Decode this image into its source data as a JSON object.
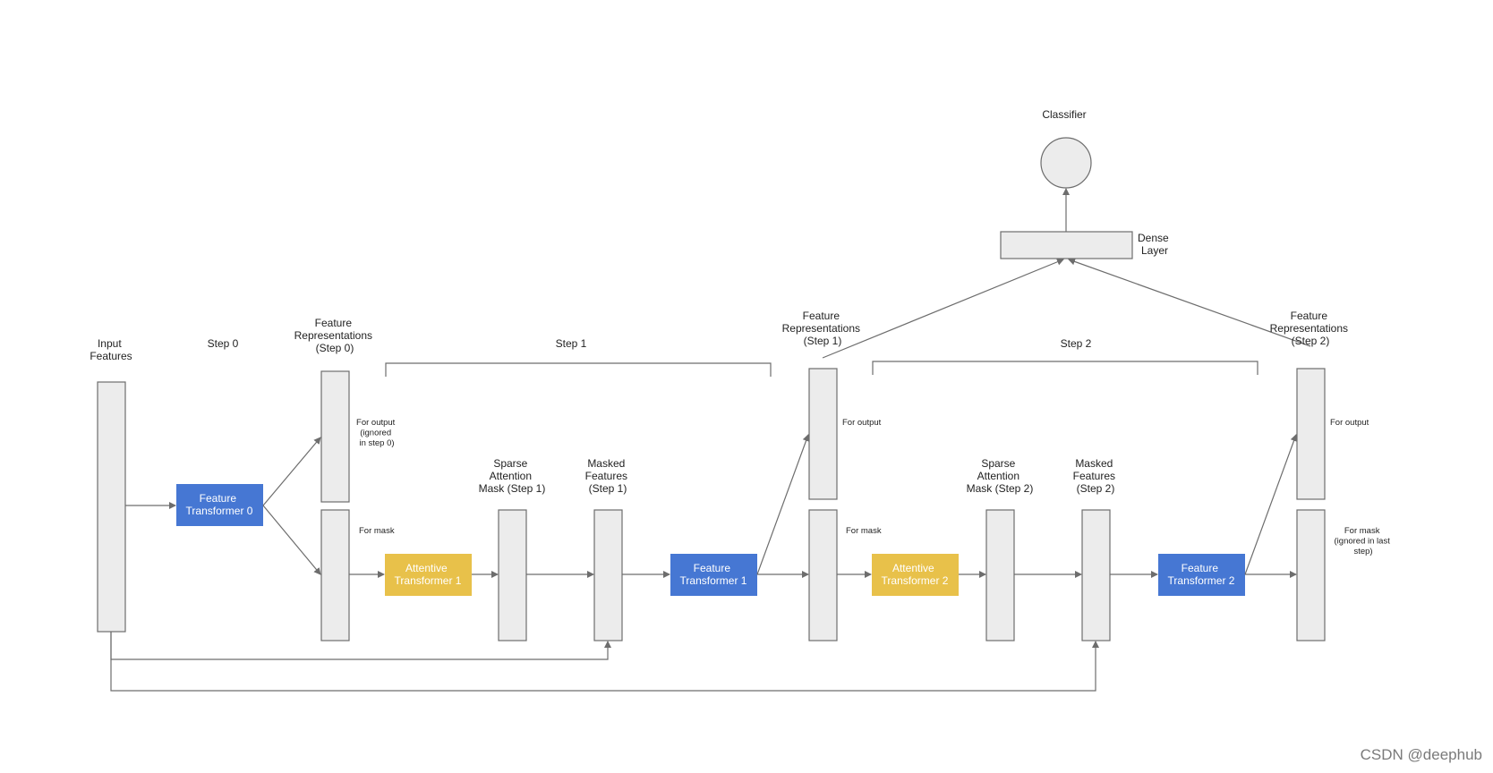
{
  "labels": {
    "input_features": [
      "Input",
      "Features"
    ],
    "step0": "Step 0",
    "step1": "Step 1",
    "step2": "Step 2",
    "feat_rep_0": [
      "Feature",
      "Representations",
      "(Step 0)"
    ],
    "feat_rep_1": [
      "Feature",
      "Representations",
      "(Step 1)"
    ],
    "feat_rep_2": [
      "Feature",
      "Representations",
      "(Step 2)"
    ],
    "for_output_0": [
      "For output",
      "(ignored",
      "in step 0)"
    ],
    "for_output_1": "For output",
    "for_output_2": "For output",
    "for_mask_0": "For mask",
    "for_mask_1": "For mask",
    "for_mask_2": [
      "For mask",
      "(ignored in last",
      "step)"
    ],
    "sparse_1": [
      "Sparse",
      "Attention",
      "Mask (Step 1)"
    ],
    "sparse_2": [
      "Sparse",
      "Attention",
      "Mask (Step 2)"
    ],
    "masked_1": [
      "Masked",
      "Features",
      "(Step 1)"
    ],
    "masked_2": [
      "Masked",
      "Features",
      "(Step 2)"
    ],
    "classifier": "Classifier",
    "dense_layer": [
      "Dense",
      "Layer"
    ]
  },
  "boxes": {
    "feature_transformer_0": [
      "Feature",
      "Transformer 0"
    ],
    "feature_transformer_1": [
      "Feature",
      "Transformer 1"
    ],
    "feature_transformer_2": [
      "Feature",
      "Transformer 2"
    ],
    "attentive_transformer_1": [
      "Attentive",
      "Transformer 1"
    ],
    "attentive_transformer_2": [
      "Attentive",
      "Transformer 2"
    ]
  },
  "colors": {
    "feature_transformer": "#4677d3",
    "attentive_transformer": "#e8c14a",
    "block_fill": "#ececec",
    "stroke": "#6d6d6d"
  },
  "watermark": "CSDN @deephub"
}
